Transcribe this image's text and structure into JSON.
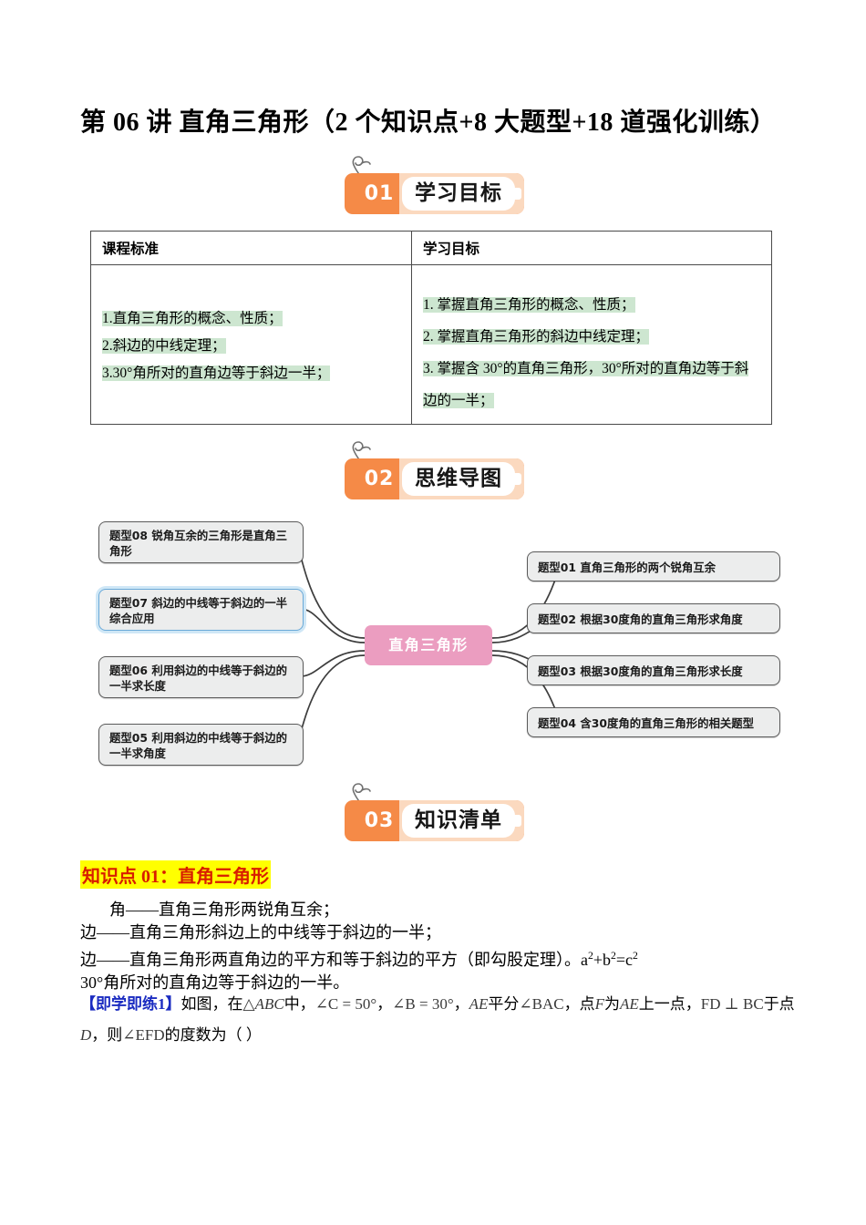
{
  "document": {
    "title": "第 06 讲 直角三角形（2 个知识点+8 大题型+18 道强化训练）"
  },
  "sections": {
    "objectives": {
      "number": "01",
      "label": "学习目标",
      "table": {
        "headers": [
          "课程标准",
          "学习目标"
        ],
        "standards": [
          "1.直角三角形的概念、性质；",
          "2.斜边的中线定理；",
          "3.30°角所对的直角边等于斜边一半；"
        ],
        "goals": [
          "1.  掌握直角三角形的概念、性质；",
          "2.  掌握直角三角形的斜边中线定理；",
          "3.  掌握含 30°的直角三角形，30°所对的直角边等于斜",
          "边的一半；"
        ]
      }
    },
    "mindmap": {
      "number": "02",
      "label": "思维导图",
      "center": "直角三角形",
      "left_nodes": [
        "题型08  锐角互余的三角形是直角三角形",
        "题型07  斜边的中线等于斜边的一半综合应用",
        "题型06  利用斜边的中线等于斜边的一半求长度",
        "题型05  利用斜边的中线等于斜边的一半求角度"
      ],
      "right_nodes": [
        "题型01  直角三角形的两个锐角互余",
        "题型02  根据30度角的直角三角形求角度",
        "题型03  根据30度角的直角三角形求长度",
        "题型04  含30度角的直角三角形的相关题型"
      ]
    },
    "knowledge": {
      "number": "03",
      "label": "知识清单",
      "heading": "知识点 01：直角三角形",
      "lines": [
        "角——直角三角形两锐角互余；",
        "边——直角三角形斜边上的中线等于斜边的一半；",
        "边——直角三角形两直角边的平方和等于斜边的平方（即勾股定理）。",
        "30°角所对的直角边等于斜边的一半。"
      ],
      "formula": "a²+b²=c²",
      "practice": {
        "tag": "【即学即练1】",
        "line1_pre": "如图，在",
        "triangle": "△ABC",
        "line1_mid1": "中，",
        "angle_c": "∠C = 50°",
        "line1_mid2": "，",
        "angle_b": "∠B = 30°",
        "line1_mid3": "，",
        "bisector": "AE",
        "line1_mid4": "平分",
        "angle_bac": "∠BAC",
        "line1_mid5": "，点",
        "point_f": "F",
        "line1_mid6": "为",
        "seg_ae": "AE",
        "line1_end": "上一点，",
        "line2_perp": "FD ⊥ BC",
        "line2_mid": "于点",
        "point_d": "D",
        "line2_mid2": "，则",
        "angle_efd": "∠EFD",
        "line2_end": "的度数为（    ）"
      }
    }
  },
  "colors": {
    "banner_orange": "#f58a47",
    "banner_orange_light": "#fbd9bf",
    "highlight_green": "#cde6d0",
    "highlight_yellow": "#ffff00",
    "heading_red": "#d81d00",
    "center_pink": "#eb9dc0",
    "practice_blue": "#1b2cc1",
    "node_gray": "#eceded",
    "node_selected_border": "#6aa9d8"
  }
}
